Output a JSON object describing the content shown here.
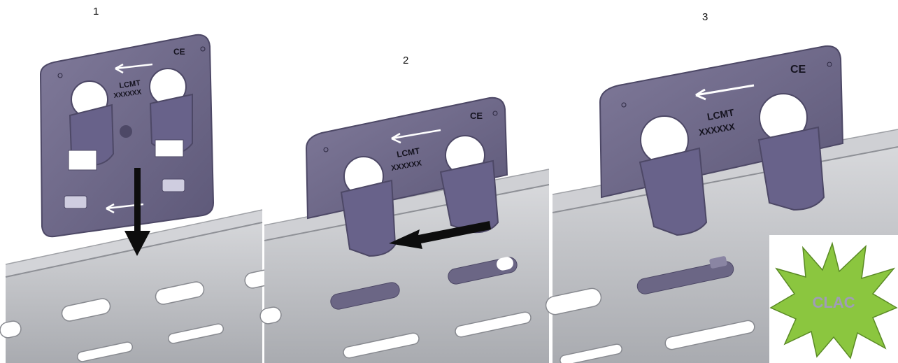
{
  "steps": [
    {
      "number": "1",
      "plate_model": "LCMT",
      "plate_code": "XXXXXX",
      "mark": "CE"
    },
    {
      "number": "2",
      "plate_model": "LCMT",
      "plate_code": "XXXXXX",
      "mark": "CE"
    },
    {
      "number": "3",
      "plate_model": "LCMT",
      "plate_code": "XXXXXX",
      "mark": "CE"
    }
  ],
  "burst_label": "CLAC",
  "colors": {
    "plate": "#6f6a88",
    "plate_dark": "#4d4866",
    "rail": "#bfc1c6",
    "rail_dark": "#8e9096",
    "slot": "#ffffff",
    "arrow": "#0d0d0d",
    "burst_fill": "#8bc63f",
    "burst_text": "#a09cb8"
  }
}
